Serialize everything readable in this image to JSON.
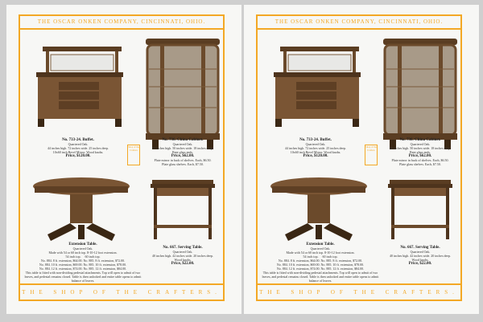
{
  "pages": [
    {
      "header": "THE OSCAR ONKEN COMPANY, CINCINNATI, OHIO.",
      "footer": "THE SHOP OF THE CRAFTERS.",
      "buffet": {
        "title": "No. 733-24. Buffet.",
        "wood": "Quartered Oak.",
        "dims": "44 inches high. 72 inches wide. 25 inches deep.",
        "detail": "10x60 inch Bevel Mirror. Wood knobs.",
        "price": "Price, $120.00."
      },
      "cabinet": {
        "title": "No. 736. China Cabinet.",
        "wood": "Quartered Oak.",
        "dims": "65 inches high. 50 inches wide. 18 inches deep.",
        "detail": "Bent glass ends.",
        "price": "Price, $62.00.",
        "extra1": "Plate mirror in back of shelves. Each, $6.50.",
        "extra2": "Plate glass shelves. Each, $7.50."
      },
      "logo": "Shop of the Crafters",
      "table": {
        "title": "Extension Table.",
        "wood": "Quartered Oak.",
        "sizes": "Made with 54 or 60 inch top. 8-10-12 foot extension.",
        "col1": "54 inch top.",
        "col2": "60 inch top.",
        "r1": "No. 884. 8 ft. extension, $64.00.   No. 885. 8 ft. extension, $72.00.",
        "r2": "No. 884. 10 ft. extension, $69.00.   No. 885. 10 ft. extension, $78.00.",
        "r3": "No. 884. 12 ft. extension, $74.00.   No. 885. 12 ft. extension, $84.00.",
        "note": "This table is fitted with non-dividing pedestal attachments. Top will open to admit of two leaves, and pedestal remains closed. Table is then unlocked and entire table opens to admit balance of leaves."
      },
      "serving": {
        "title": "No. 667. Serving Table.",
        "wood": "Quartered Oak.",
        "dims": "40 inches high. 42 inches wide. 20 inches deep.",
        "detail": "Wood knobs.",
        "price": "Price, $22.00."
      }
    },
    {
      "header": "THE OSCAR ONKEN COMPANY, CINCINNATI, OHIO.",
      "footer": "THE SHOP OF THE CRAFTERS.",
      "buffet": {
        "title": "No. 733-24. Buffet.",
        "wood": "Quartered Oak.",
        "dims": "44 inches high. 72 inches wide. 25 inches deep.",
        "detail": "10x60 inch Bevel Mirror. Wood knobs.",
        "price": "Price, $120.00."
      },
      "cabinet": {
        "title": "No. 736. China Cabinet.",
        "wood": "Quartered Oak.",
        "dims": "65 inches high. 50 inches wide. 18 inches deep.",
        "detail": "Bent glass ends.",
        "price": "Price, $62.00.",
        "extra1": "Plate mirror in back of shelves. Each, $6.50.",
        "extra2": "Plate glass shelves. Each, $7.50."
      },
      "logo": "Shop of the Crafters",
      "table": {
        "title": "Extension Table.",
        "wood": "Quartered Oak.",
        "sizes": "Made with 54 or 60 inch top. 8-10-12 foot extension.",
        "col1": "54 inch top.",
        "col2": "60 inch top.",
        "r1": "No. 884. 8 ft. extension, $64.00.   No. 885. 8 ft. extension, $72.00.",
        "r2": "No. 884. 10 ft. extension, $69.00.   No. 885. 10 ft. extension, $78.00.",
        "r3": "No. 884. 12 ft. extension, $74.00.   No. 885. 12 ft. extension, $84.00.",
        "note": "This table is fitted with non-dividing pedestal attachments. Top will open to admit of two leaves, and pedestal remains closed. Table is then unlocked and entire table opens to admit balance of leaves."
      },
      "serving": {
        "title": "No. 667. Serving Table.",
        "wood": "Quartered Oak.",
        "dims": "40 inches high. 42 inches wide. 20 inches deep.",
        "detail": "Wood knobs.",
        "price": "Price, $22.00."
      }
    }
  ],
  "colors": {
    "accent": "#f3a825",
    "wood": "#6b4a2b"
  }
}
